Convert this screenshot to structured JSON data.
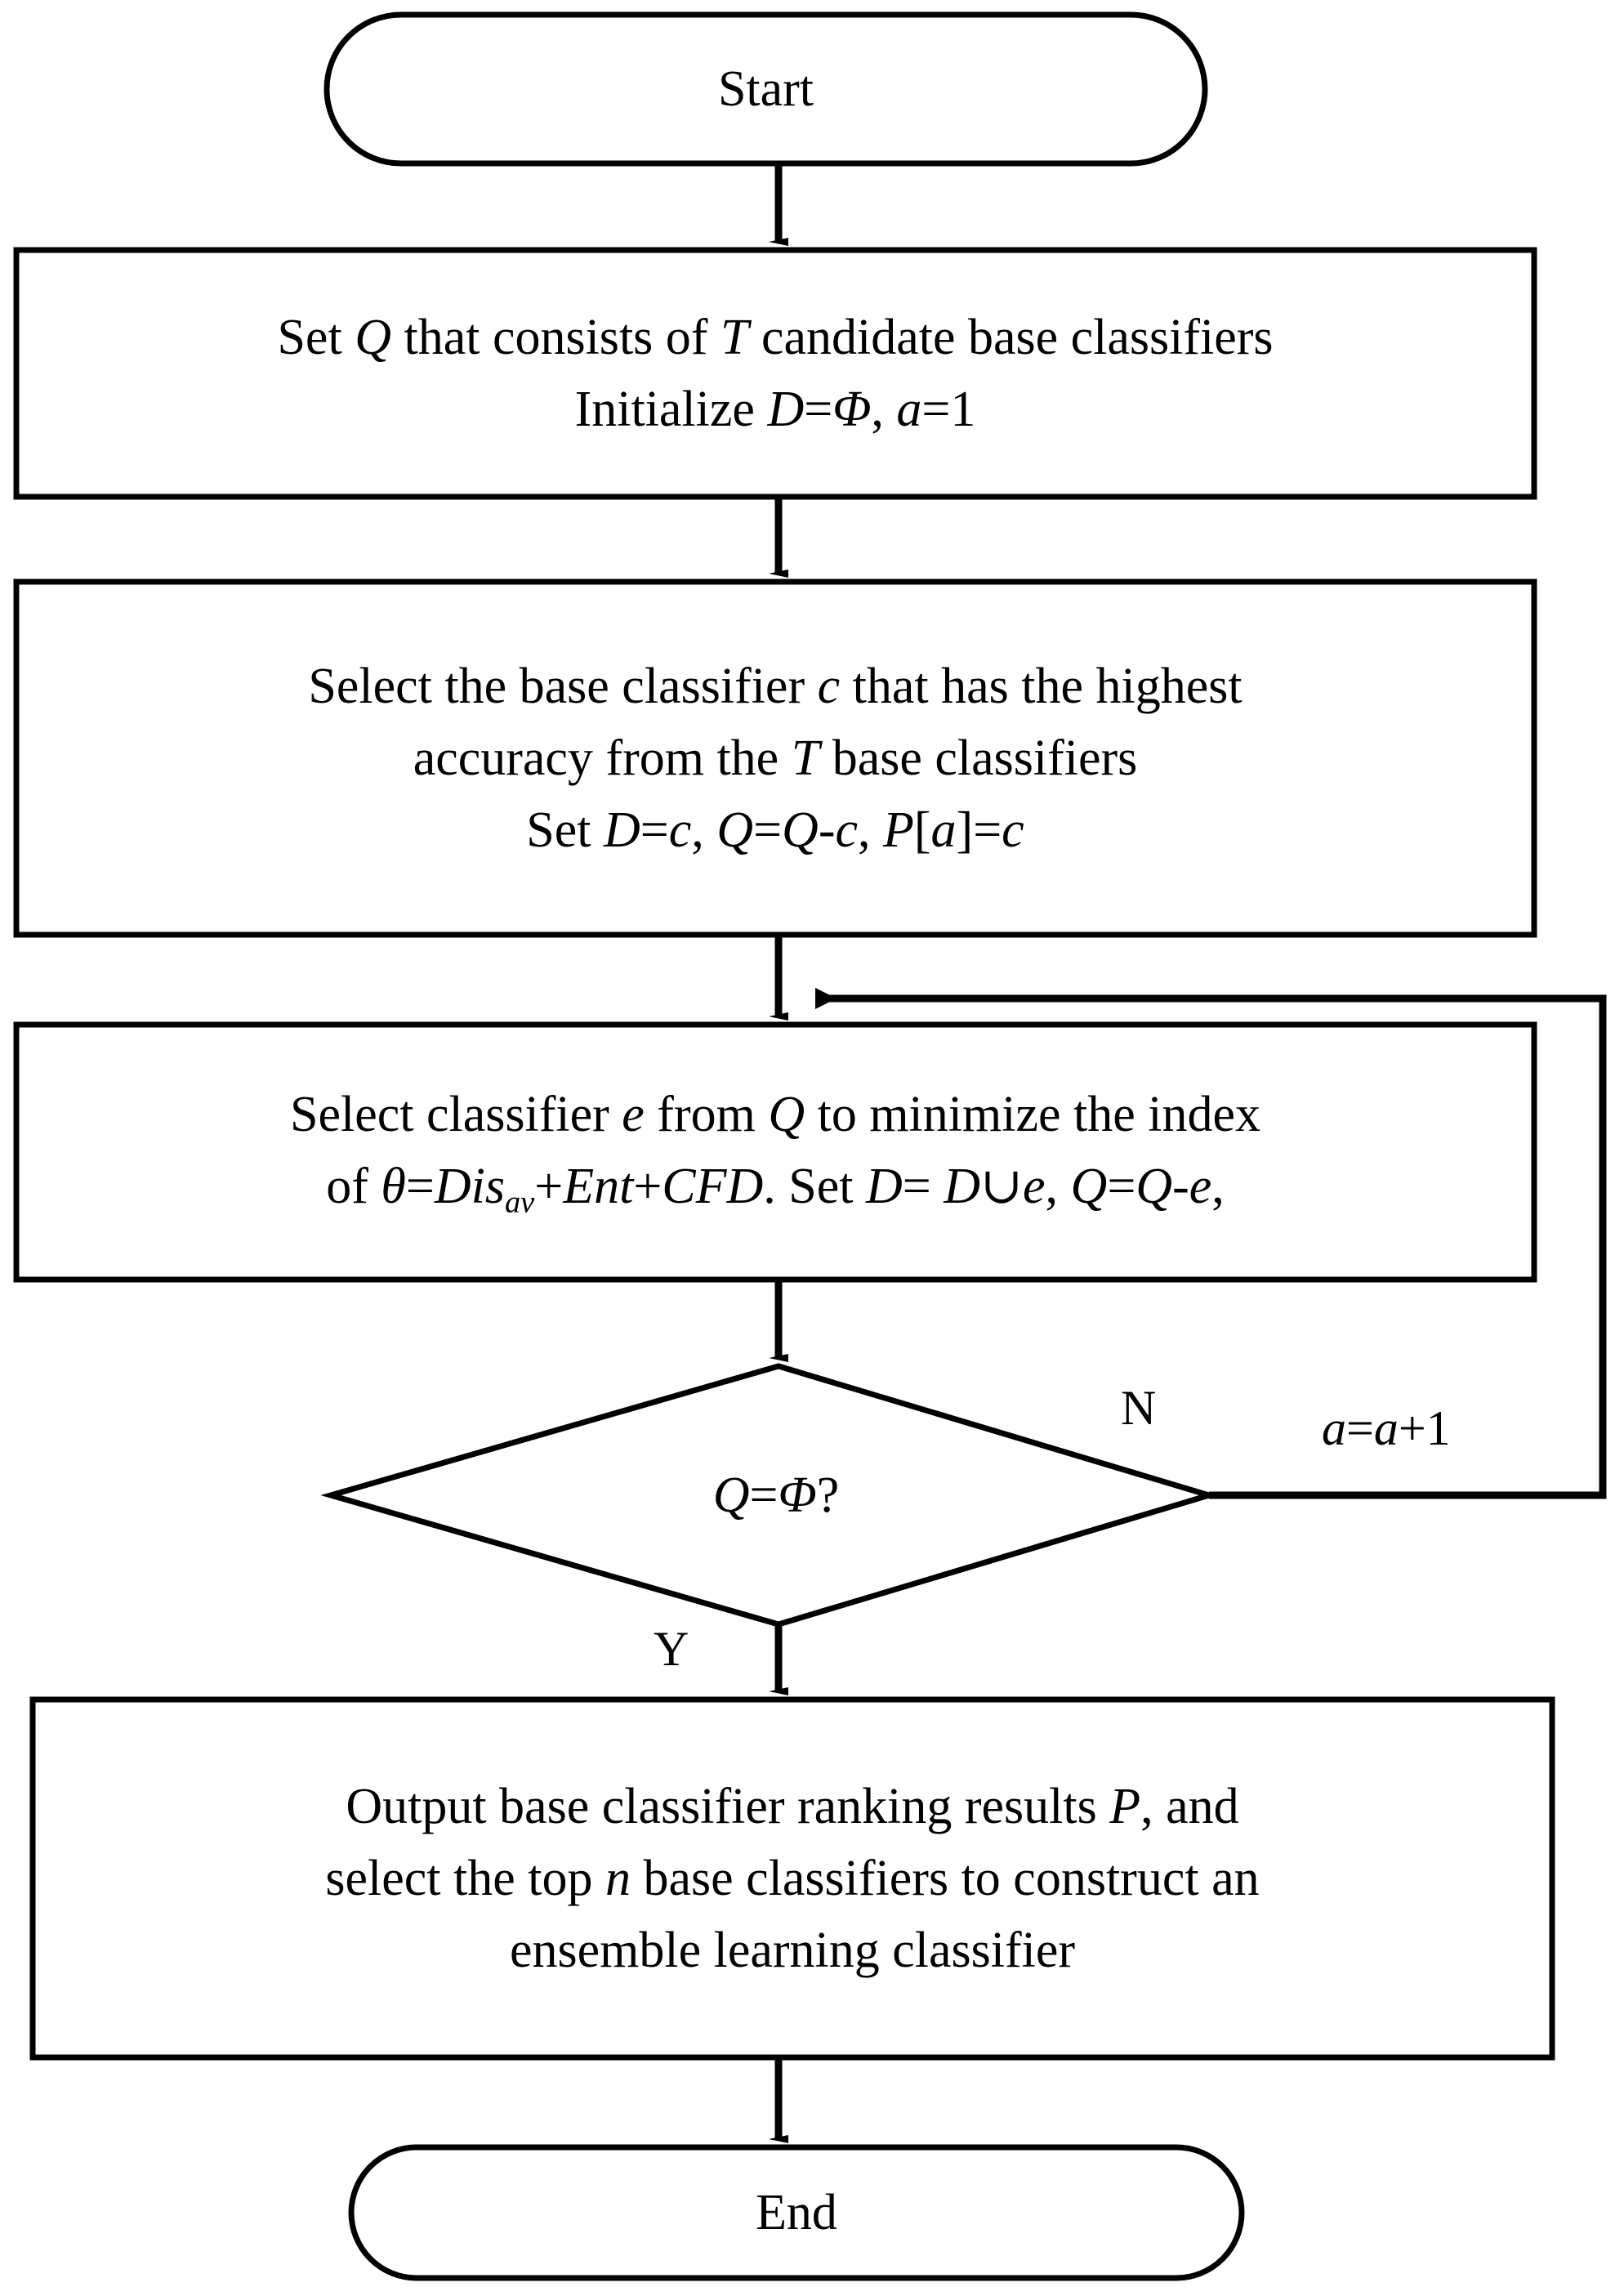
{
  "diagram": {
    "title": "Base classifier ranking and ensemble construction flowchart",
    "type": "flowchart",
    "stroke_color": "#000000",
    "fill_color": "#ffffff",
    "background_color": "#ffffff"
  },
  "nodes": {
    "start": {
      "shape": "terminator",
      "label": "Start"
    },
    "init": {
      "shape": "process",
      "line1_a": "Set ",
      "line1_q": "Q",
      "line1_b": " that consists of ",
      "line1_t": "T",
      "line1_c": " candidate base classifiers",
      "line2_a": "Initialize ",
      "line2_d": "D",
      "line2_b": "=",
      "line2_phi": "Φ",
      "line2_c": ", ",
      "line2_a2": "a",
      "line2_d2": "=1",
      "plain_text": "Set Q that consists of T candidate base classifiers\nInitialize D=Φ, a=1"
    },
    "select_best": {
      "shape": "process",
      "line1_a": "Select the base classifier ",
      "line1_c": "c",
      "line1_b": " that has the highest",
      "line2_a": "accuracy from the ",
      "line2_t": "T",
      "line2_b": " base classifiers",
      "line3_a": "Set ",
      "line3_d": "D",
      "line3_b": "=",
      "line3_c": "c",
      "line3_comma1": ", ",
      "line3_q1": "Q",
      "line3_eq": "=",
      "line3_q2": "Q",
      "line3_minus": "-",
      "line3_c2": "c",
      "line3_comma2": ", ",
      "line3_p": "P",
      "line3_bracket1": "[",
      "line3_a2": "a",
      "line3_bracket2": "]",
      "line3_eq2": "=",
      "line3_c3": "c",
      "plain_text": "Select the base classifier c that has the highest\naccuracy from the T base classifiers\nSet D=c, Q=Q-c, P[a]=c"
    },
    "minimize": {
      "shape": "process",
      "line1_a": "Select classifier ",
      "line1_e": "e",
      "line1_b": " from ",
      "line1_q": "Q",
      "line1_c": " to minimize the index",
      "line2_a": "of ",
      "line2_theta": "θ",
      "line2_eq": "=",
      "line2_dis": "Dis",
      "line2_sub": "av",
      "line2_plus1": "+",
      "line2_ent": "Ent",
      "line2_plus2": "+",
      "line2_cfd": "CFD",
      "line2_period": ". Set ",
      "line2_d1": "D",
      "line2_eq2": "= ",
      "line2_d2": "D",
      "line2_union": "∪",
      "line2_e": "e",
      "line2_comma": ", ",
      "line2_q1": "Q",
      "line2_eq3": "=",
      "line2_q2": "Q",
      "line2_minus": "-",
      "line2_e2": "e",
      "line2_comma2": ",",
      "plain_text": "Select classifier e from Q to minimize the index\nof θ=Dis_av+Ent+CFD. Set D= D∪e, Q=Q-e,"
    },
    "decision": {
      "shape": "decision",
      "q": "Q",
      "eq": "=",
      "phi": "Φ",
      "mark": "?",
      "plain_text": "Q=Φ?"
    },
    "output": {
      "shape": "process",
      "line1_a": "Output base classifier ranking results ",
      "line1_p": "P",
      "line1_b": ", and",
      "line2_a": "select the top ",
      "line2_n": "n",
      "line2_b": " base classifiers to construct an",
      "line3": "ensemble learning classifier",
      "plain_text": "Output base classifier ranking results P, and\nselect the top n base classifiers to construct an\nensemble learning classifier"
    },
    "end": {
      "shape": "terminator",
      "label": "End"
    }
  },
  "edges": {
    "no_branch_label": "N",
    "yes_branch_label": "Y",
    "increment_label_a1": "a",
    "increment_label_a2": "=",
    "increment_label_a3": "a",
    "increment_label_a4": "+1",
    "increment_plain": "a=a+1"
  }
}
